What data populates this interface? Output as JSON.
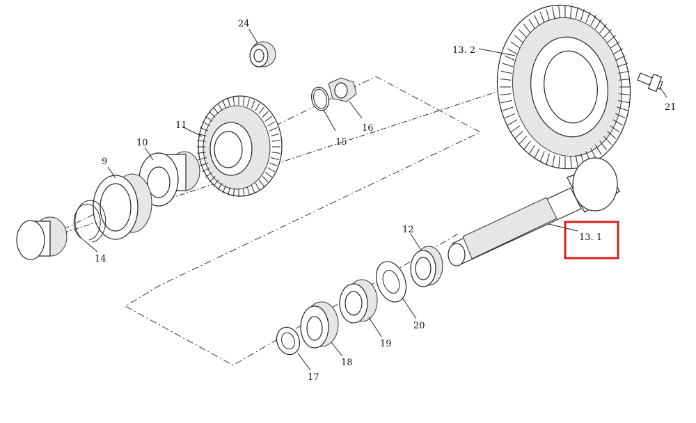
{
  "labels": {
    "p24": "24",
    "p13_2": "13. 2",
    "p21": "21",
    "p16": "16",
    "p15": "15",
    "p11": "11",
    "p10": "10",
    "p9": "9",
    "p14": "14",
    "p12": "12",
    "p13_1": "13. 1",
    "p20": "20",
    "p19": "19",
    "p18": "18",
    "p17": "17"
  },
  "colors": {
    "highlight": "#d61f1f",
    "line": "#222222"
  },
  "highlighted_part": "13. 1"
}
